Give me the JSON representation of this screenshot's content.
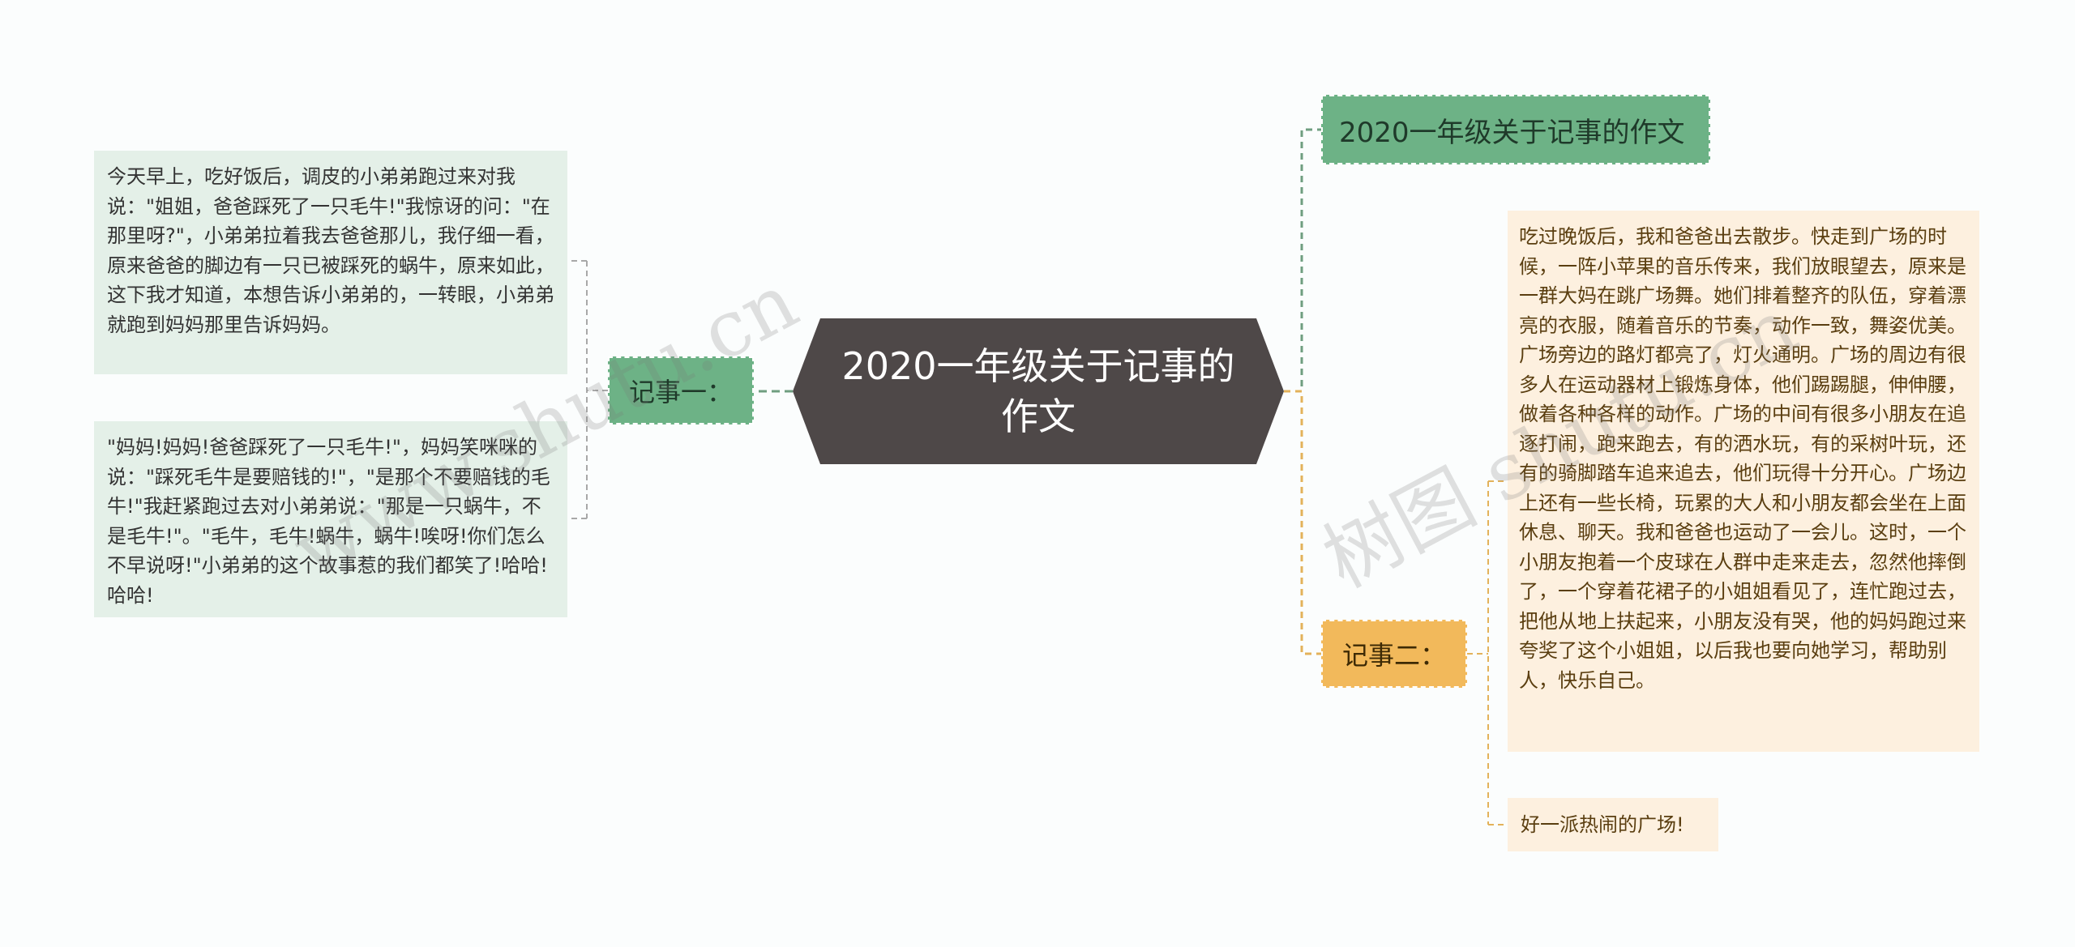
{
  "mindmap": {
    "center": "2020一年级关于记事的作文",
    "title_node": "2020一年级关于记事的作文",
    "branches": [
      {
        "label": "记事一：",
        "leaves": [
          "今天早上，吃好饭后，调皮的小弟弟跑过来对我说：\"姐姐，爸爸踩死了一只毛牛!\"我惊讶的问：\"在那里呀?\"，小弟弟拉着我去爸爸那儿，我仔细一看，原来爸爸的脚边有一只已被踩死的蜗牛，原来如此，这下我才知道，本想告诉小弟弟的，一转眼，小弟弟就跑到妈妈那里告诉妈妈。",
          "\"妈妈!妈妈!爸爸踩死了一只毛牛!\"，妈妈笑咪咪的说：\"踩死毛牛是要赔钱的!\"，\"是那个不要赔钱的毛牛!\"我赶紧跑过去对小弟弟说：\"那是一只蜗牛，不是毛牛!\"。\"毛牛，毛牛!蜗牛，蜗牛!唉呀!你们怎么不早说呀!\"小弟弟的这个故事惹的我们都笑了!哈哈!哈哈!"
        ]
      },
      {
        "label": "记事二：",
        "leaves": [
          "吃过晚饭后，我和爸爸出去散步。快走到广场的时候，一阵小苹果的音乐传来，我们放眼望去，原来是一群大妈在跳广场舞。她们排着整齐的队伍，穿着漂亮的衣服，随着音乐的节奏，动作一致，舞姿优美。广场旁边的路灯都亮了，灯火通明。广场的周边有很多人在运动器材上锻炼身体，他们踢踢腿，伸伸腰，做着各种各样的动作。广场的中间有很多小朋友在追逐打闹，跑来跑去，有的洒水玩，有的采树叶玩，还有的骑脚踏车追来追去，他们玩得十分开心。广场边上还有一些长椅，玩累的大人和小朋友都会坐在上面休息、聊天。我和爸爸也运动了一会儿。这时，一个小朋友抱着一个皮球在人群中走来走去，忽然他摔倒了，一个穿着花裙子的小姐姐看见了，连忙跑过去，把他从地上扶起来，小朋友没有哭，他的妈妈跑过来夸奖了这个小姐姐，以后我也要向她学习，帮助别人，快乐自己。",
          "好一派热闹的广场!"
        ]
      }
    ],
    "watermarks": [
      "www.shutu.cn",
      "树图 shutu.cn"
    ]
  },
  "colors": {
    "center_bg": "#4e4848",
    "green_branch": "#6db286",
    "green_leaf": "#e4f0e8",
    "orange_branch": "#f2b95b",
    "orange_leaf": "#fdf0df",
    "green_line": "#6f9e80",
    "orange_line": "#e3b25a",
    "gray_line": "#a8a8a8"
  }
}
